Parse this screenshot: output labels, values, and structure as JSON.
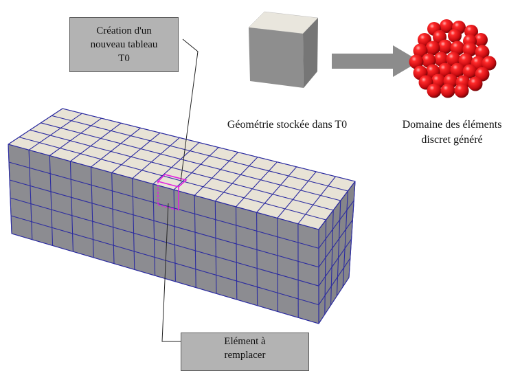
{
  "callouts": {
    "new_table_line1": "Création d'un",
    "new_table_line2": "nouveau tableau",
    "new_table_line3": "T0",
    "element_line1": "Elément à",
    "element_line2": "remplacer"
  },
  "captions": {
    "geometry": "Géométrie stockée dans T0",
    "domain_line1": "Domaine des éléments",
    "domain_line2": "discret généré"
  },
  "colors": {
    "mesh_top": "#e8e3d6",
    "mesh_side": "#8c8c91",
    "mesh_lines": "#2b2ba0",
    "highlight": "#e020e0",
    "cube_top": "#e9e6dd",
    "cube_side": "#8a8a8a",
    "arrow": "#8c8c8c",
    "sphere": "#e8141b",
    "callout_bg": "#b3b3b3"
  },
  "mesh": {
    "columns": 15,
    "depth_rows": 5,
    "height_rows": 5
  }
}
